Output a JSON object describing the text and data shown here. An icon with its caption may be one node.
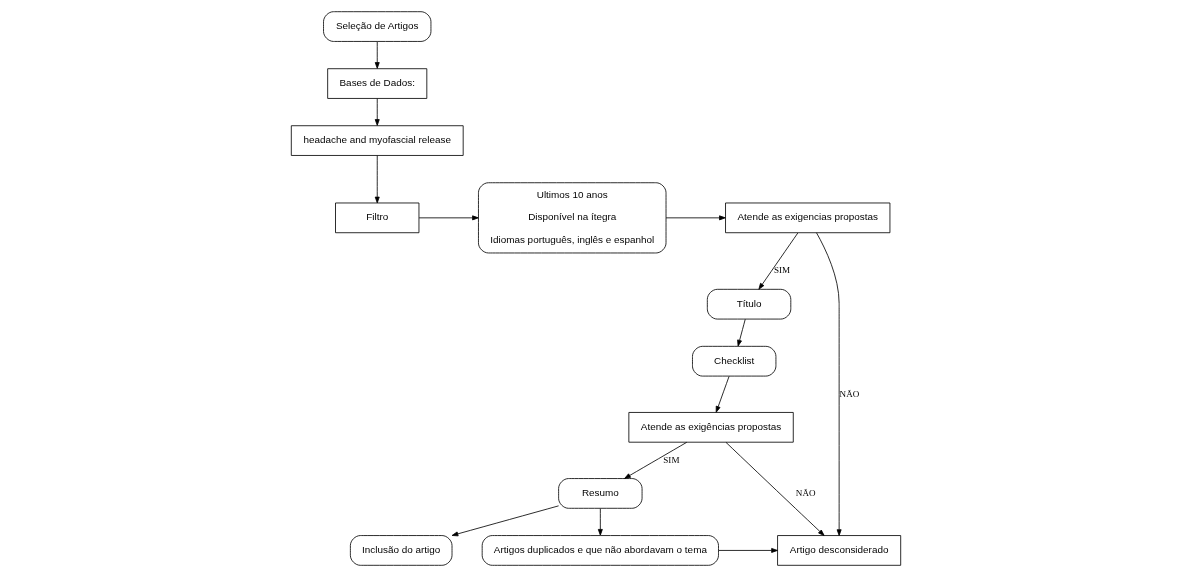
{
  "diagram": {
    "nodes": [
      {
        "text": [
          "Seleção de Artigos"
        ]
      },
      {
        "text": [
          "Bases de Dados:"
        ]
      },
      {
        "text": [
          "headache and myofascial release"
        ]
      },
      {
        "text": [
          "Filtro"
        ]
      },
      {
        "text": [
          "Ultimos 10 anos",
          "Disponível na ítegra",
          "Idiomas português, inglês e espanhol"
        ]
      },
      {
        "text": [
          "Atende as exigencias propostas"
        ]
      },
      {
        "text": [
          "Título"
        ]
      },
      {
        "text": [
          "Checklist"
        ]
      },
      {
        "text": [
          "Atende as exigências propostas"
        ]
      },
      {
        "text": [
          "Resumo"
        ]
      },
      {
        "text": [
          "Inclusão do artigo"
        ]
      },
      {
        "text": [
          "Artigo desconsiderado"
        ]
      },
      {
        "text": [
          "Artigos duplicados e que não abordavam o tema"
        ]
      }
    ],
    "edges": [
      {
        "from": 0,
        "to": 1,
        "arrow": "to"
      },
      {
        "from": 1,
        "to": 2,
        "arrow": "to"
      },
      {
        "from": 2,
        "to": 3,
        "arrow": "to"
      },
      {
        "from": 3,
        "to": 4,
        "arrow": "to"
      },
      {
        "from": 4,
        "to": 5,
        "arrow": "to"
      },
      {
        "from": 5,
        "to": 6,
        "arrow": "to",
        "label": "SIM"
      },
      {
        "from": 6,
        "to": 7,
        "arrow": "to"
      },
      {
        "from": 7,
        "to": 8,
        "arrow": "to"
      },
      {
        "from": 8,
        "to": 9,
        "arrow": "to",
        "label": "SIM"
      },
      {
        "from": 9,
        "to": 10,
        "arrow": "to"
      },
      {
        "from": 9,
        "to": 12,
        "arrow": "to"
      },
      {
        "from": 5,
        "to": 11,
        "arrow": "to",
        "label": "NÃO"
      },
      {
        "from": 8,
        "to": 11,
        "arrow": "to",
        "label": "NÃO"
      },
      {
        "from": 12,
        "to": 11,
        "arrow": "to"
      }
    ]
  }
}
